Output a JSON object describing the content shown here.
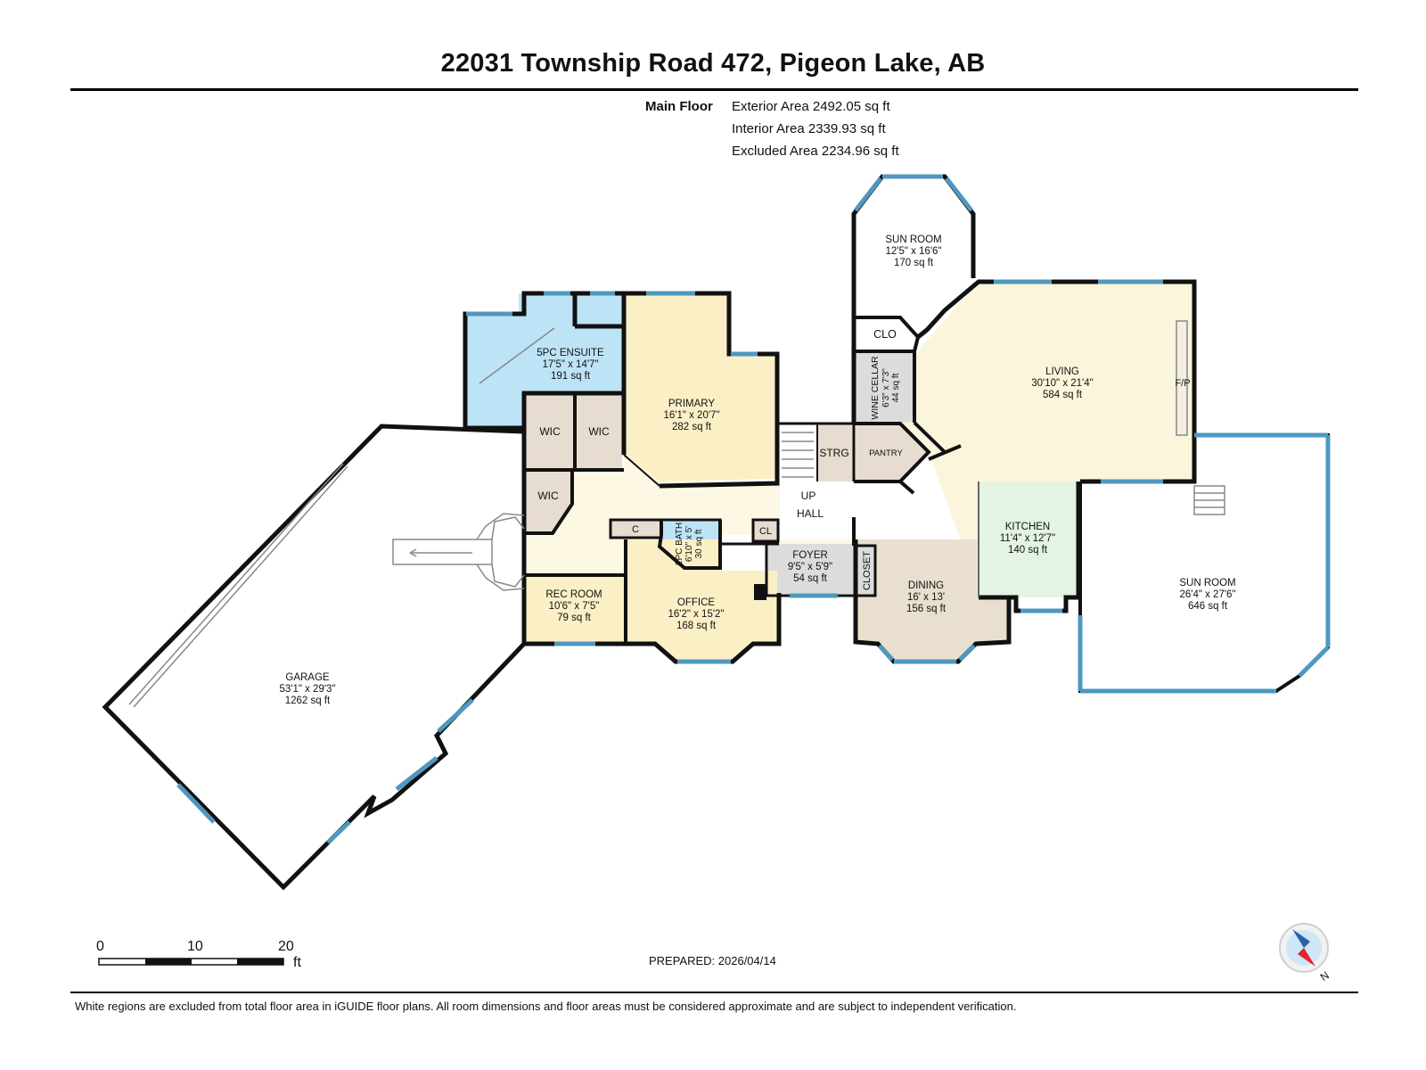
{
  "title": "22031 Township Road 472, Pigeon Lake, AB",
  "floor": {
    "label": "Main Floor",
    "exterior_area": "Exterior Area 2492.05 sq ft",
    "interior_area": "Interior Area 2339.93 sq ft",
    "excluded_area": "Excluded Area 2234.96 sq ft"
  },
  "rooms": {
    "sun_room_top": {
      "name": "SUN ROOM",
      "dims": "12'5\" x 16'6\"",
      "area": "170 sq ft"
    },
    "clo": {
      "name": "CLO"
    },
    "wine_cellar": {
      "name": "WINE CELLAR",
      "dims": "6'3\" x 7'3\"",
      "area": "44 sq ft"
    },
    "living": {
      "name": "LIVING",
      "dims": "30'10\" x 21'4\"",
      "area": "584 sq ft"
    },
    "fireplace": {
      "name": "F/P"
    },
    "ensuite": {
      "name": "5PC ENSUITE",
      "dims": "17'5\" x 14'7\"",
      "area": "191 sq ft"
    },
    "primary": {
      "name": "PRIMARY",
      "dims": "16'1\" x 20'7\"",
      "area": "282 sq ft"
    },
    "wic1": {
      "name": "WIC"
    },
    "wic2": {
      "name": "WIC"
    },
    "wic3": {
      "name": "WIC"
    },
    "strg": {
      "name": "STRG"
    },
    "pantry": {
      "name": "PANTRY"
    },
    "up": {
      "name": "UP"
    },
    "hall": {
      "name": "HALL"
    },
    "kitchen": {
      "name": "KITCHEN",
      "dims": "11'4\" x 12'7\"",
      "area": "140 sq ft"
    },
    "c": {
      "name": "C"
    },
    "bath": {
      "name": "2PC BATH",
      "dims": "6'10\" x 5'",
      "area": "30 sq ft"
    },
    "cl": {
      "name": "CL"
    },
    "foyer": {
      "name": "FOYER",
      "dims": "9'5\" x 5'9\"",
      "area": "54 sq ft"
    },
    "closet": {
      "name": "CLOSET"
    },
    "dining": {
      "name": "DINING",
      "dims": "16' x 13'",
      "area": "156 sq ft"
    },
    "sun_room_right": {
      "name": "SUN ROOM",
      "dims": "26'4\" x 27'6\"",
      "area": "646 sq ft"
    },
    "rec_room": {
      "name": "REC ROOM",
      "dims": "10'6\" x 7'5\"",
      "area": "79 sq ft"
    },
    "office": {
      "name": "OFFICE",
      "dims": "16'2\" x 15'2\"",
      "area": "168 sq ft"
    },
    "garage": {
      "name": "GARAGE",
      "dims": "53'1\" x 29'3\"",
      "area": "1262 sq ft"
    }
  },
  "scale": {
    "ticks": [
      "0",
      "10",
      "20"
    ],
    "unit": "ft"
  },
  "prepared": "PREPARED: 2026/04/14",
  "compass": {
    "label": "N"
  },
  "disclaimer": "White regions are excluded from total floor area in iGUIDE floor plans. All room dimensions and floor areas must be considered approximate and are subject to independent verification.",
  "colors": {
    "bedroom": "#fbefc6",
    "bathroom": "#bde3f7",
    "closet": "#e6dccf",
    "hall": "#fdf8e4",
    "utility": "#dcdcdc",
    "kitchen": "#e4f4e4",
    "dining": "#e9dfcf",
    "window": "#4f97bf"
  }
}
